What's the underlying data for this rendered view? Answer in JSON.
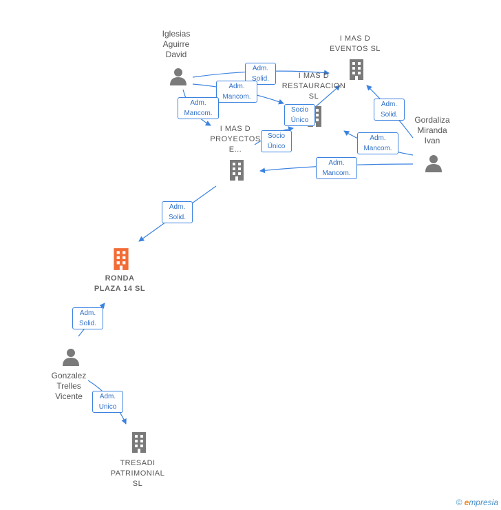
{
  "colors": {
    "edge": "#3b82e0",
    "node_gray": "#7a7a7a",
    "node_focus": "#f26c36"
  },
  "persons": {
    "iglesias": "Iglesias\nAguirre\nDavid",
    "gordaliza": "Gordaliza\nMiranda\nIvan",
    "gonzalez": "Gonzalez\nTrelles\nVicente"
  },
  "companies": {
    "eventos": "I MAS D\nEVENTOS  SL",
    "restauracion": "I MAS D\nRESTAURACION\nSL",
    "proyectos": "I MAS D\nPROYECTOS\nE...",
    "ronda": "RONDA\nPLAZA 14  SL",
    "tresadi": "TRESADI\nPATRIMONIAL\nSL"
  },
  "edges": {
    "e1": "Adm.\nSolid.",
    "e2": "Adm.\nMancom.",
    "e3": "Adm.\nMancom.",
    "e4": "Socio\nÚnico",
    "e5": "Socio\nÚnico",
    "e6": "Adm.\nSolid.",
    "e7": "Adm.\nMancom.",
    "e8": "Adm.\nMancom.",
    "e9": "Adm.\nSolid.",
    "e10": "Adm.\nSolid.",
    "e11": "Adm.\nUnico"
  },
  "icons": {
    "person": "person-icon",
    "building": "building-icon"
  },
  "watermark": {
    "copyright": "©",
    "brand_e": "e",
    "brand_rest": "mpresia"
  }
}
